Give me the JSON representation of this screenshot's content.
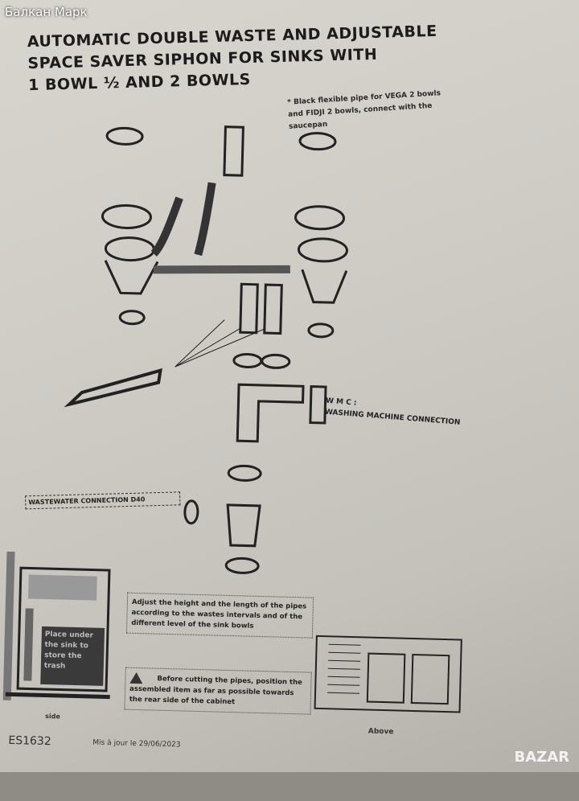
{
  "watermark": "Балкан Марк",
  "title": {
    "line1": "AUTOMATIC DOUBLE WASTE AND ADJUSTABLE",
    "line2": "SPACE SAVER SIPHON FOR SINKS WITH",
    "line3": "1 BOWL ½  AND 2 BOWLS"
  },
  "note": "* Black flexible pipe for VEGA 2 bowls and FIDJI 2 bowls, connect with the saucepan",
  "wmc": {
    "abbr": "W M C :",
    "label": "WASHING MACHINE CONNECTION"
  },
  "wastewater": "WASTEWATER CONNECTION D40",
  "adjust_text": "Adjust the height and the length of the pipes according to the wastes intervals and of the different level of the sink bowls",
  "warning_text": "Before cutting the pipes, position the assembled item as far as possible towards the rear side of the cabinet",
  "side_panel": {
    "place_text": "Place under the sink to store the trash",
    "label": "side"
  },
  "above_label": "Above",
  "product_code": "ES1632",
  "updated": "Mis à jour le 29/06/2023",
  "logo": "BAZAR",
  "colors": {
    "ink": "#1c1c1c",
    "paper": "#d3d0ca"
  }
}
